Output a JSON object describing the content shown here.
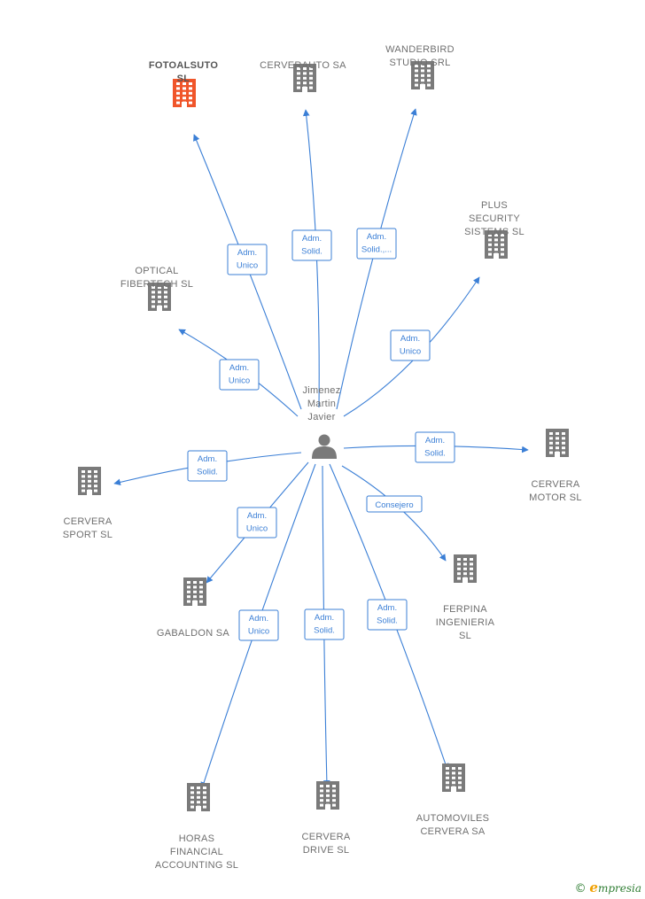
{
  "colors": {
    "edge": "#3b7fd6",
    "building": "#7a7a7a",
    "highlight": "#f0552a",
    "person": "#7a7a7a"
  },
  "center": {
    "lines": [
      "Jimenez",
      "Martin",
      "Javier"
    ],
    "icon": "person-icon"
  },
  "companies": [
    {
      "id": "fotoalsuto",
      "lines": [
        "FOTOALSUTO",
        "SL"
      ],
      "highlight": true
    },
    {
      "id": "cerverauto",
      "lines": [
        "CERVERAUTO SA"
      ]
    },
    {
      "id": "wanderbird",
      "lines": [
        "WANDERBIRD",
        "STUDIO SRL"
      ]
    },
    {
      "id": "plus-security",
      "lines": [
        "PLUS",
        "SECURITY",
        "SISTEMS  SL"
      ]
    },
    {
      "id": "optical",
      "lines": [
        "OPTICAL",
        "FIBERTECH SL"
      ]
    },
    {
      "id": "cervera-motor",
      "lines": [
        "CERVERA",
        "MOTOR  SL"
      ]
    },
    {
      "id": "cervera-sport",
      "lines": [
        "CERVERA",
        "SPORT  SL"
      ]
    },
    {
      "id": "gabaldon",
      "lines": [
        "GABALDON SA"
      ]
    },
    {
      "id": "ferpina",
      "lines": [
        "FERPINA",
        "INGENIERIA",
        "SL"
      ]
    },
    {
      "id": "horas",
      "lines": [
        "HORAS",
        "FINANCIAL",
        "ACCOUNTING SL"
      ]
    },
    {
      "id": "cervera-drive",
      "lines": [
        "CERVERA",
        "DRIVE  SL"
      ]
    },
    {
      "id": "automoviles",
      "lines": [
        "AUTOMOVILES",
        "CERVERA SA"
      ]
    }
  ],
  "relations": [
    {
      "to": "fotoalsuto",
      "lines": [
        "Adm.",
        "Unico"
      ]
    },
    {
      "to": "cerverauto",
      "lines": [
        "Adm.",
        "Solid."
      ]
    },
    {
      "to": "wanderbird",
      "lines": [
        "Adm.",
        "Solid.,..."
      ]
    },
    {
      "to": "plus-security",
      "lines": [
        "Adm.",
        "Unico"
      ]
    },
    {
      "to": "optical",
      "lines": [
        "Adm.",
        "Unico"
      ]
    },
    {
      "to": "cervera-motor",
      "lines": [
        "Adm.",
        "Solid."
      ]
    },
    {
      "to": "cervera-sport",
      "lines": [
        "Adm.",
        "Solid."
      ]
    },
    {
      "to": "gabaldon",
      "lines": [
        "Adm.",
        "Unico"
      ]
    },
    {
      "to": "ferpina",
      "lines": [
        "Consejero"
      ]
    },
    {
      "to": "horas",
      "lines": [
        "Adm.",
        "Unico"
      ]
    },
    {
      "to": "cervera-drive",
      "lines": [
        "Adm.",
        "Solid."
      ]
    },
    {
      "to": "automoviles",
      "lines": [
        "Adm.",
        "Solid."
      ]
    }
  ],
  "footer": {
    "symbol": "©",
    "brand_initial": "e",
    "brand_rest": "mpresia"
  }
}
